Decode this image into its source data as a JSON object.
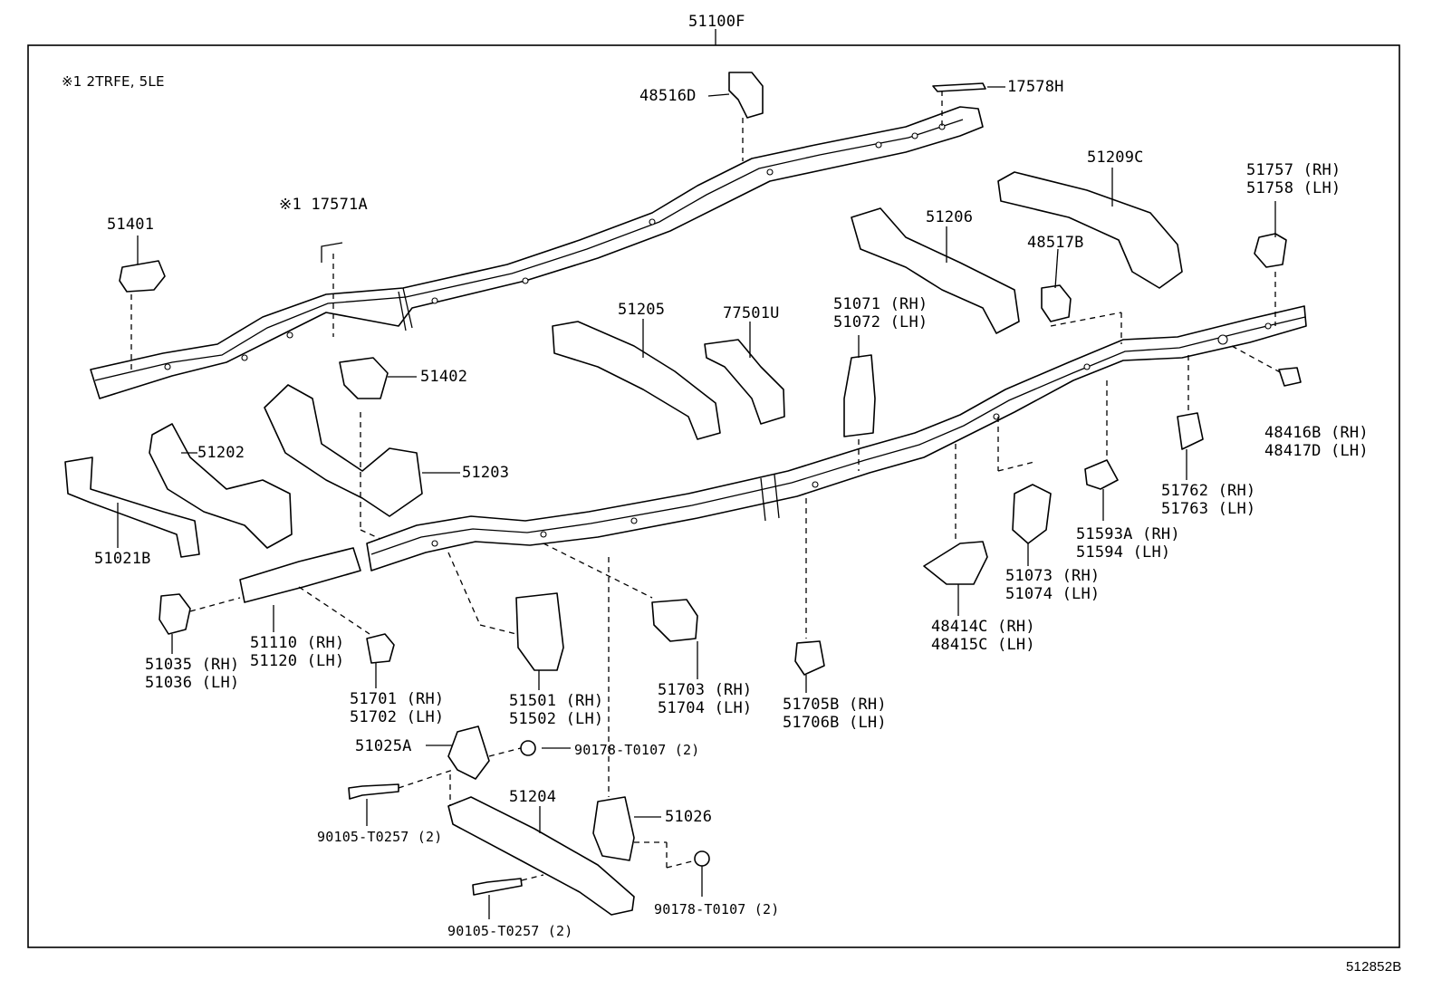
{
  "diagram": {
    "assembly_label": "51100F",
    "reference_code": "512852B",
    "note": "※1 2TRFE, 5LE",
    "labels": {
      "p48516D": "48516D",
      "p17578H": "17578H",
      "p51401": "51401",
      "p17571A": "※1 17571A",
      "p51209C": "51209C",
      "p51757": "51757 (RH)",
      "p51758": "51758 (LH)",
      "p51206": "51206",
      "p48517B": "48517B",
      "p51205": "51205",
      "p77501U": "77501U",
      "p51071": "51071 (RH)",
      "p51072": "51072 (LH)",
      "p51402": "51402",
      "p51202": "51202",
      "p51203": "51203",
      "p48416B": "48416B (RH)",
      "p48417D": "48417D (LH)",
      "p51762": "51762 (RH)",
      "p51763": "51763 (LH)",
      "p51593A": "51593A (RH)",
      "p51594": "51594 (LH)",
      "p51021B": "51021B",
      "p51073": "51073 (RH)",
      "p51074": "51074 (LH)",
      "p48414C": "48414C (RH)",
      "p48415C": "48415C (LH)",
      "p51035": "51035 (RH)",
      "p51036": "51036 (LH)",
      "p51110": "51110 (RH)",
      "p51120": "51120 (LH)",
      "p51701": "51701 (RH)",
      "p51702": "51702 (LH)",
      "p51501": "51501 (RH)",
      "p51502": "51502 (LH)",
      "p51703": "51703 (RH)",
      "p51704": "51704 (LH)",
      "p51705B": "51705B (RH)",
      "p51706B": "51706B (LH)",
      "p51025A": "51025A",
      "p90178a": "90178-T0107 (2)",
      "p51204": "51204",
      "p51026": "51026",
      "p90105a": "90105-T0257 (2)",
      "p90178b": "90178-T0107 (2)",
      "p90105b": "90105-T0257 (2)"
    }
  }
}
